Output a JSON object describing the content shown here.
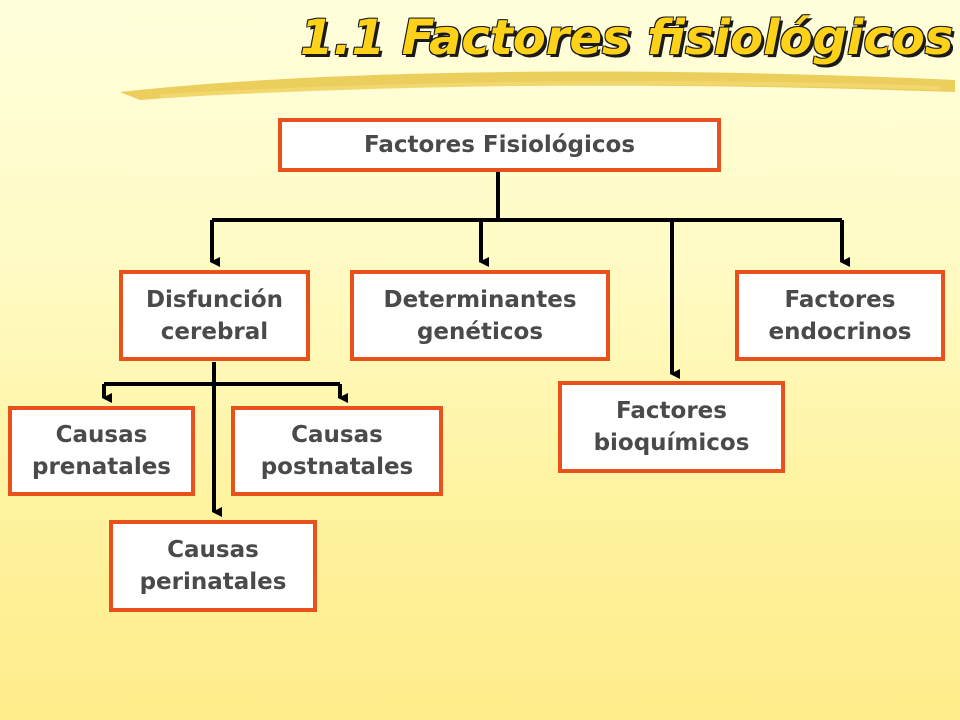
{
  "slide": {
    "title": "1.1 Factores fisiológicos"
  },
  "diagram": {
    "root": "Factores Fisiológicos",
    "disfuncion": "Disfunción\ncerebral",
    "determinantes": "Determinantes\ngenéticos",
    "endocrinos": "Factores\nendocrinos",
    "bioquimicos": "Factores\nbioquímicos",
    "prenatales": "Causas\nprenatales",
    "postnatales": "Causas\npostnatales",
    "perinatales": "Causas\nperinatales"
  },
  "colors": {
    "box_border": "#e8501c",
    "box_text": "#4a4a4a",
    "title_fill": "#ffd21a",
    "title_outline": "#1a1a1a",
    "connector": "#000000"
  }
}
